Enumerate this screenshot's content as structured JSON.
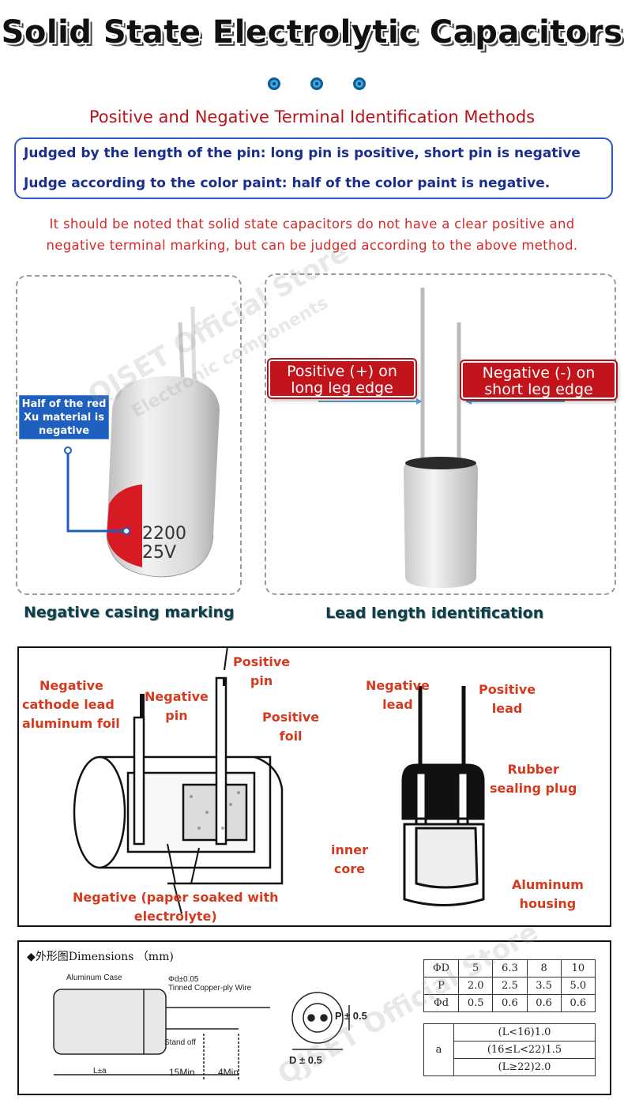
{
  "title": "Solid State Electrolytic Capacitors",
  "subtitle": "Positive and Negative Terminal Identification Methods",
  "info": {
    "line1": "Judged by the length of the pin: long pin is positive, short pin is negative",
    "line2": "Judge according to the color paint: half of the color paint is negative."
  },
  "note": {
    "line1": "It should be noted that solid state capacitors do not have a clear positive and",
    "line2": "negative terminal marking, but can be judged according to the above method."
  },
  "left_photo": {
    "tag_line1": "Half of the red",
    "tag_line2": "Xu material is",
    "tag_line3": "negative",
    "cap_value": "2200",
    "cap_voltage": "25V",
    "caption": "Negative casing marking"
  },
  "right_photo": {
    "positive_line1": "Positive (+) on",
    "positive_line2": "long leg edge",
    "negative_line1": "Negative (-) on",
    "negative_line2": "short leg edge",
    "caption": "Lead length identification"
  },
  "structure": {
    "positive_pin_1": "Positive",
    "positive_pin_2": "pin",
    "negative_cathode_1": "Negative",
    "negative_cathode_2": "cathode lead",
    "negative_cathode_3": "aluminum foil",
    "negative_pin_1": "Negative",
    "negative_pin_2": "pin",
    "positive_foil_1": "Positive",
    "positive_foil_2": "foil",
    "paper_1": "Negative (paper soaked with",
    "paper_2": "electrolyte)",
    "negative_lead_1": "Negative",
    "negative_lead_2": "lead",
    "positive_lead_1": "Positive",
    "positive_lead_2": "lead",
    "rubber_1": "Rubber",
    "rubber_2": "sealing plug",
    "inner_1": "inner",
    "inner_2": "core",
    "housing_1": "Aluminum",
    "housing_2": "housing"
  },
  "dimensions": {
    "title": "◆外形图Dimensions （mm)",
    "aluminum_case": "Aluminum Case",
    "wire_spec_1": "Φd±0.05",
    "wire_spec_2": "Tinned Copper-ply Wire",
    "stand_off": "Stand off",
    "length_label": "L±a",
    "min15": "15Min",
    "min4": "4Min",
    "p_tol": "P ± 0.5",
    "d_tol": "D ± 0.5",
    "table1": {
      "rows": [
        [
          "ΦD",
          "5",
          "6.3",
          "8",
          "10"
        ],
        [
          "P",
          "2.0",
          "2.5",
          "3.5",
          "5.0"
        ],
        [
          "Φd",
          "0.5",
          "0.6",
          "0.6",
          "0.6"
        ]
      ]
    },
    "table2": {
      "label": "a",
      "rows": [
        "(L<16)1.0",
        "(16≤L<22)1.5",
        "(L≥22)2.0"
      ]
    }
  },
  "watermark": {
    "store": "QJSET Official Store",
    "sub": "Electronic components"
  },
  "colors": {
    "title_red": "#b8141c",
    "info_blue": "#1a2e8c",
    "tag_red": "#c3131b",
    "label_orange": "#d63a1e"
  }
}
